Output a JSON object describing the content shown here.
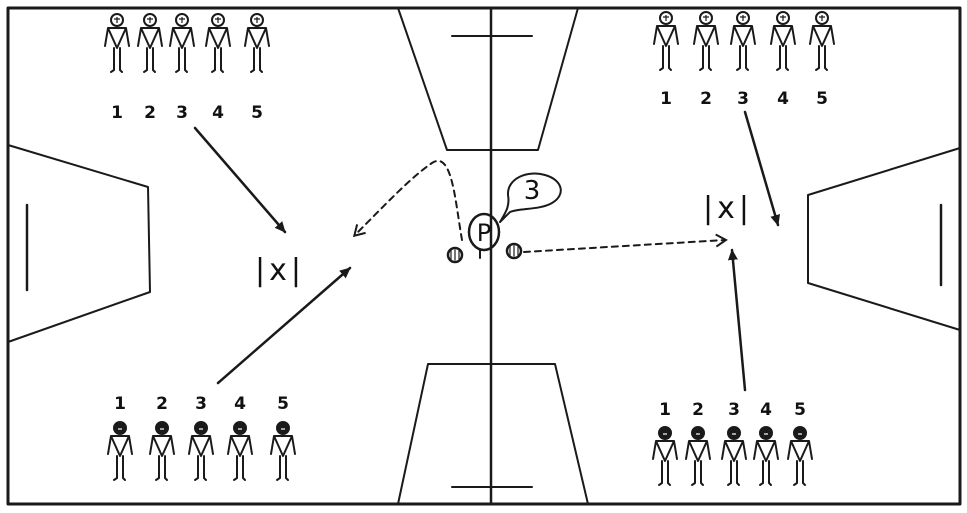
{
  "labels": {
    "duel_left": "|x|",
    "duel_right": "|x|",
    "player_count": "3",
    "coach_letter": "P"
  },
  "groups": {
    "top_left": {
      "numbers": [
        "1",
        "2",
        "3",
        "4",
        "5"
      ]
    },
    "top_right": {
      "numbers": [
        "1",
        "2",
        "3",
        "4",
        "5"
      ]
    },
    "bottom_left": {
      "numbers": [
        "1",
        "2",
        "3",
        "4",
        "5"
      ]
    },
    "bottom_right": {
      "numbers": [
        "1",
        "2",
        "3",
        "4",
        "5"
      ]
    }
  },
  "colors": {
    "ink": "#1a1a1a",
    "court": "#ffffff"
  }
}
